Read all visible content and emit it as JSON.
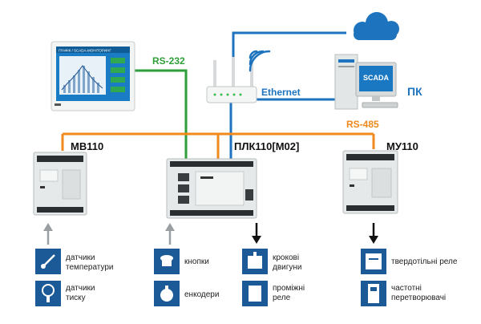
{
  "links": {
    "rs232": "RS-232",
    "ethernet": "Ethernet",
    "rs485": "RS-485"
  },
  "hmi": {
    "screen_title": "ГРАФІК / SCADA-МОНІТОРИНГ"
  },
  "pc": {
    "scada_label": "SCADA",
    "label": "ПК"
  },
  "devices": {
    "mv110": "МВ110",
    "plc110": "ПЛК110[М02]",
    "mu110": "МУ110"
  },
  "sensors": {
    "temp_line1": "датчики",
    "temp_line2": "температури",
    "pressure_line1": "датчики",
    "pressure_line2": "тиску"
  },
  "inputs": {
    "buttons": "кнопки",
    "encoders": "енкодери"
  },
  "plc_outputs": {
    "steppers_line1": "крокові",
    "steppers_line2": "двигуни",
    "relays_line1": "проміжні",
    "relays_line2": "реле"
  },
  "mu_outputs": {
    "ssr": "твердотільні реле",
    "vfd_line1": "частотні",
    "vfd_line2": "перетворювачі"
  },
  "colors": {
    "rs232": "#2e9e3a",
    "ethernet": "#1e73be",
    "rs485": "#f08a1c",
    "icon_bg": "#1b5a96",
    "device_body": "#e6e9ea"
  }
}
